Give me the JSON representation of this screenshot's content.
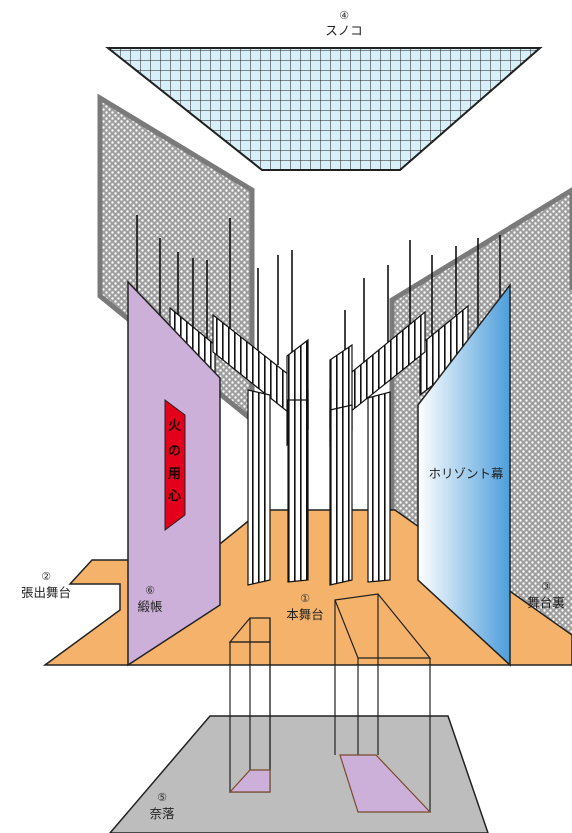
{
  "labels": {
    "honbutai": {
      "num": "①",
      "text": "本舞台"
    },
    "haridashi": {
      "num": "②",
      "text": "張出舞台"
    },
    "butaiura": {
      "num": "③",
      "text": "舞台裏"
    },
    "sunoko": {
      "num": "④",
      "text": "スノコ"
    },
    "naraku": {
      "num": "⑤",
      "text": "奈落"
    },
    "donchou": {
      "num": "⑥",
      "text": "緞帳"
    },
    "horizont": {
      "text": "ホリゾント幕"
    },
    "sign": {
      "text": "火の用心"
    }
  },
  "colors": {
    "stage": "#F5B26B",
    "curtain": "#CDB0DA",
    "horizont_top": "#5AA4DE",
    "pit": "#B8B8B8",
    "grid": "#CFEAF5",
    "wall": "#9A9A9A",
    "sign": "#E4001A",
    "lift": "#CDB0DA"
  }
}
